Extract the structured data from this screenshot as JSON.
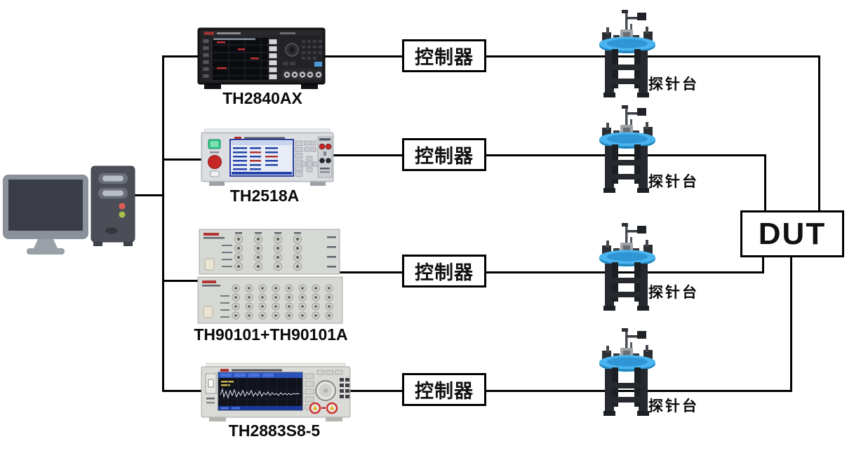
{
  "diagram_title": "",
  "rows": [
    {
      "instrument": "TH2840AX",
      "controller": "控制器",
      "probe_station": "探针台"
    },
    {
      "instrument": "TH2518A",
      "controller": "控制器",
      "probe_station": "探针台"
    },
    {
      "instrument": "TH90101+TH90101A",
      "controller": "控制器",
      "probe_station": "探针台"
    },
    {
      "instrument": "TH2883S8-5",
      "controller": "控制器",
      "probe_station": "探针台"
    }
  ],
  "dut": {
    "label": "DUT"
  },
  "colors": {
    "connection_line": "#000000",
    "box_border": "#000000",
    "probe_platform_blue": "#38a8e8",
    "probe_legs_dark": "#26292e",
    "instrument_black": "#18181b",
    "instrument_gray": "#d7d9d6",
    "power_button_green": "#35c98a",
    "knob_red": "#c62828",
    "led_red": "#e25c55",
    "led_green": "#a6c24d",
    "screen_blue_header": "#2a52b8"
  }
}
